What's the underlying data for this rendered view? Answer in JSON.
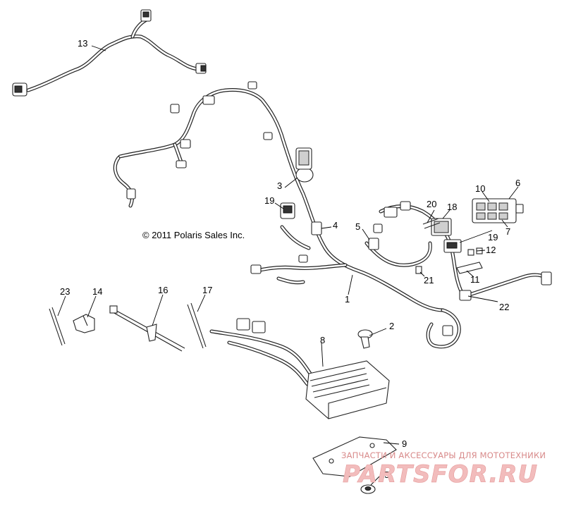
{
  "copyright": "© 2011 Polaris Sales Inc.",
  "watermark": {
    "caption": "ЗАПЧАСТИ И АКСЕССУАРЫ ДЛЯ МОТОТЕХНИКИ",
    "logo": "PARTSFOR.RU"
  },
  "callouts": {
    "c1": "1",
    "c2": "2",
    "c3": "3",
    "c4": "4",
    "c5": "5",
    "c6": "6",
    "c7": "7",
    "c8": "8",
    "c9": "9",
    "c10": "10",
    "c11": "11",
    "c12": "12",
    "c13": "13",
    "c14": "14",
    "c15": "15",
    "c16": "16",
    "c17": "17",
    "c18": "18",
    "c19a": "19",
    "c19b": "19",
    "c20": "20",
    "c21": "21",
    "c22": "22",
    "c23": "23"
  },
  "colors": {
    "line": "#222222",
    "background": "#ffffff",
    "watermark": "#e59a9a"
  }
}
